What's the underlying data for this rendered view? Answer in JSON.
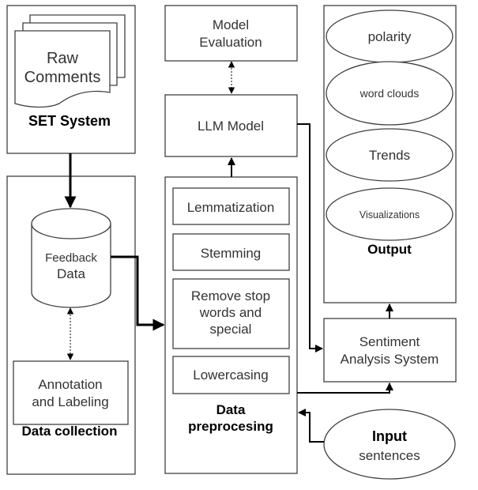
{
  "diagram": {
    "set_system": {
      "title": "SET System",
      "document_lines": [
        "Raw",
        "Comments"
      ]
    },
    "data_collection": {
      "title": "Data collection",
      "database_lines": [
        "Feedback",
        "Data"
      ],
      "annotation_lines": [
        "Annotation",
        "and Labeling"
      ]
    },
    "model_evaluation": {
      "lines": [
        "Model",
        "Evaluation"
      ]
    },
    "llm_model": {
      "label": "LLM Model"
    },
    "data_preprocessing": {
      "title_lines": [
        "Data",
        "preprocesing"
      ],
      "steps": [
        {
          "lines": [
            "Lemmatization"
          ]
        },
        {
          "lines": [
            "Stemming"
          ]
        },
        {
          "lines": [
            "Remove stop",
            "words and",
            "special"
          ]
        },
        {
          "lines": [
            "Lowercasing"
          ]
        }
      ]
    },
    "output": {
      "title": "Output",
      "items": [
        "polarity",
        "word clouds",
        "Trends",
        "Visualizations"
      ]
    },
    "sentiment_analysis": {
      "lines": [
        "Sentiment",
        "Analysis System"
      ]
    },
    "input": {
      "lines": [
        "Input",
        "sentences"
      ]
    }
  }
}
